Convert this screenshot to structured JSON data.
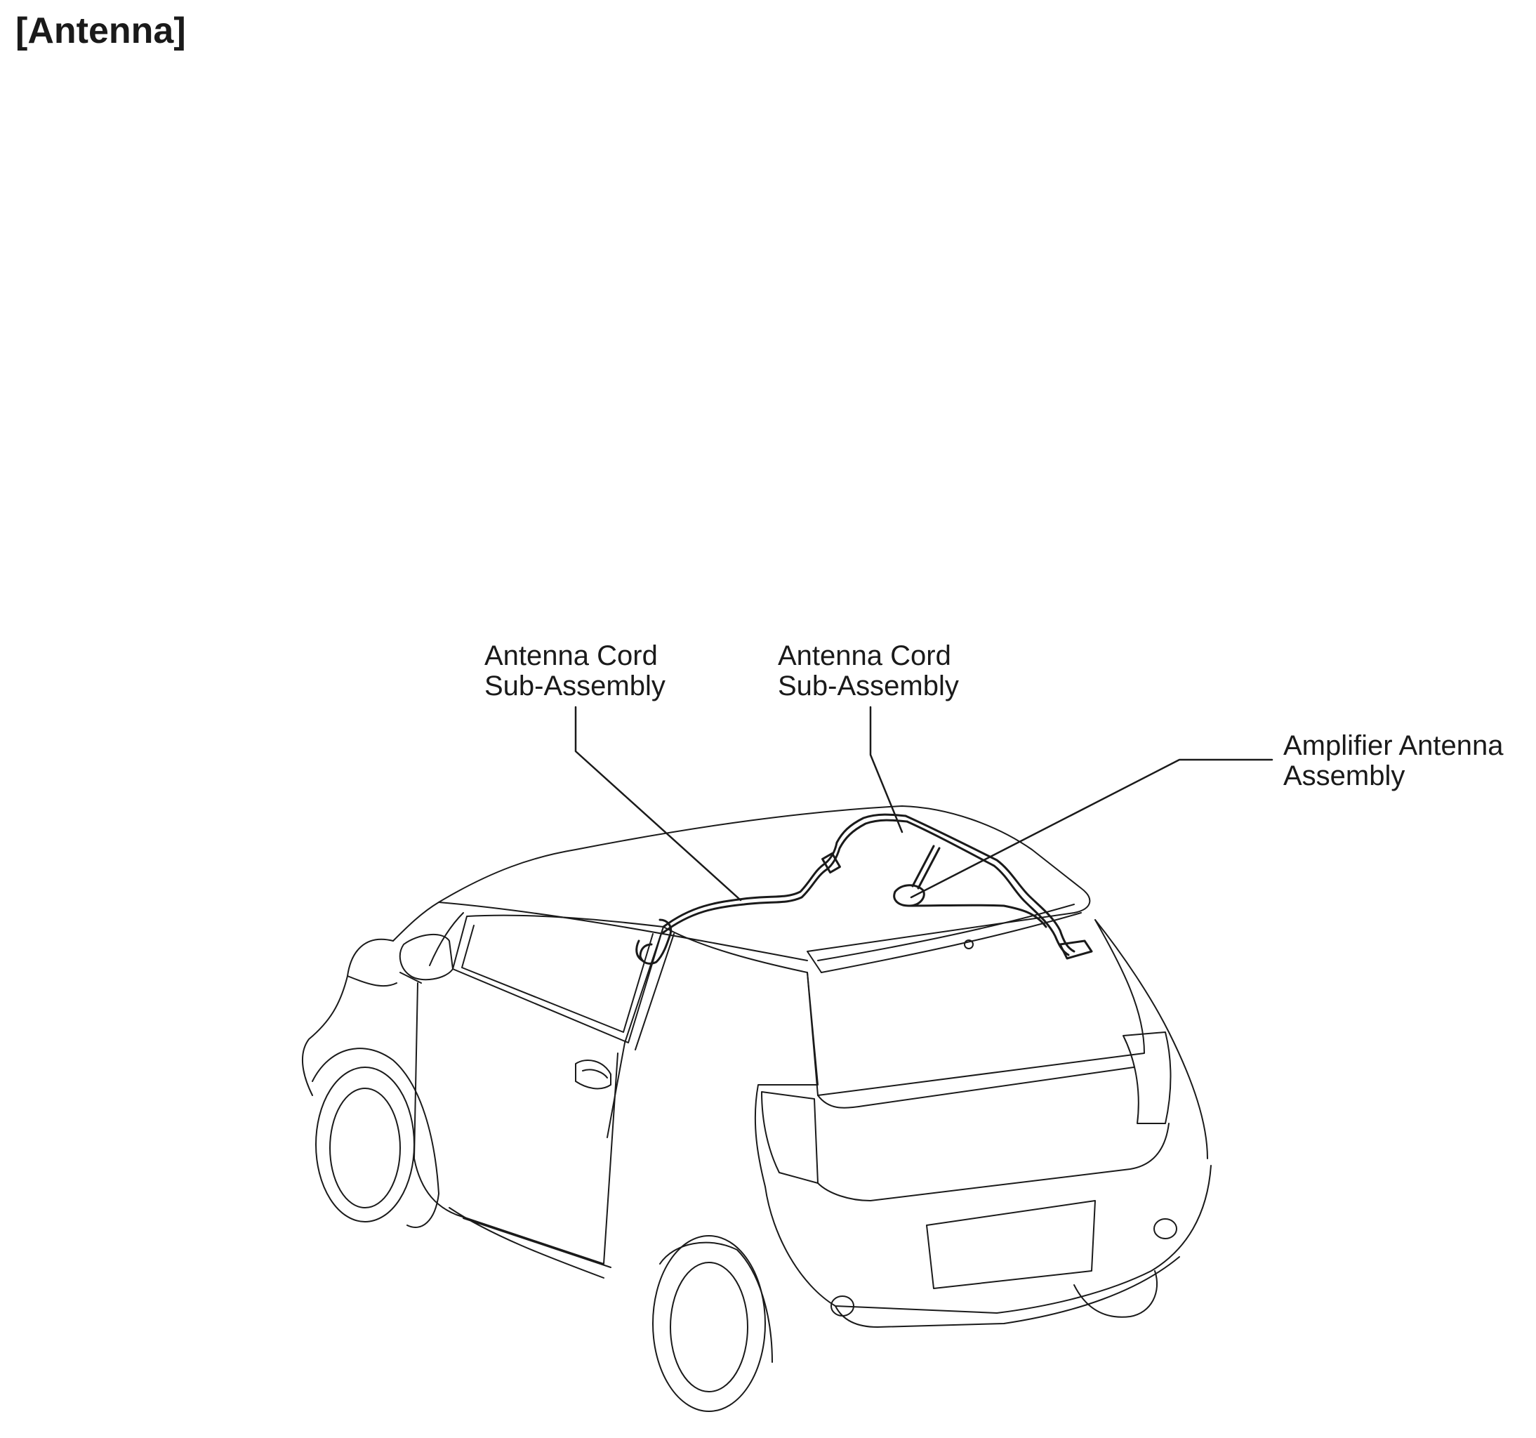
{
  "title": "[Antenna]",
  "callouts": [
    {
      "line1": "Antenna Cord",
      "line2": "Sub-Assembly"
    },
    {
      "line1": "Antenna Cord",
      "line2": "Sub-Assembly"
    },
    {
      "line1": "Amplifier Antenna",
      "line2": "Assembly"
    }
  ],
  "colors": {
    "line": "#1a1a1a",
    "background": "#ffffff"
  }
}
